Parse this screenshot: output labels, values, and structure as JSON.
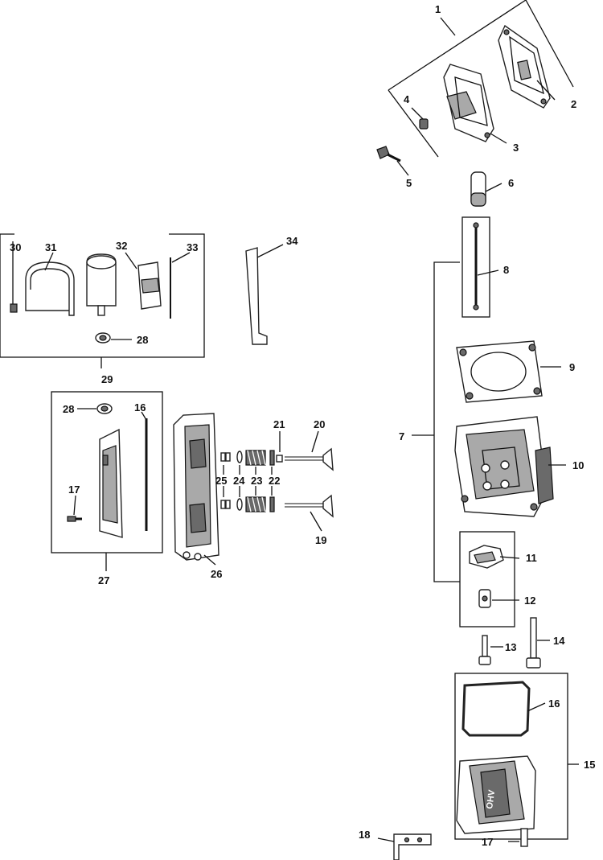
{
  "callouts": {
    "c1": "1",
    "c2": "2",
    "c3": "3",
    "c4": "4",
    "c5": "5",
    "c6": "6",
    "c7": "7",
    "c8": "8",
    "c9": "9",
    "c10": "10",
    "c11": "11",
    "c12": "12",
    "c13": "13",
    "c14": "14",
    "c15": "15",
    "c16a": "16",
    "c16b": "16",
    "c17a": "17",
    "c17b": "17",
    "c18": "18",
    "c19": "19",
    "c20": "20",
    "c21": "21",
    "c22": "22",
    "c23": "23",
    "c24": "24",
    "c25": "25",
    "c26": "26",
    "c27": "27",
    "c28a": "28",
    "c28b": "28",
    "c29": "29",
    "c30": "30",
    "c31": "31",
    "c32": "32",
    "c33": "33",
    "c34": "34"
  },
  "decal_text": "OHV"
}
